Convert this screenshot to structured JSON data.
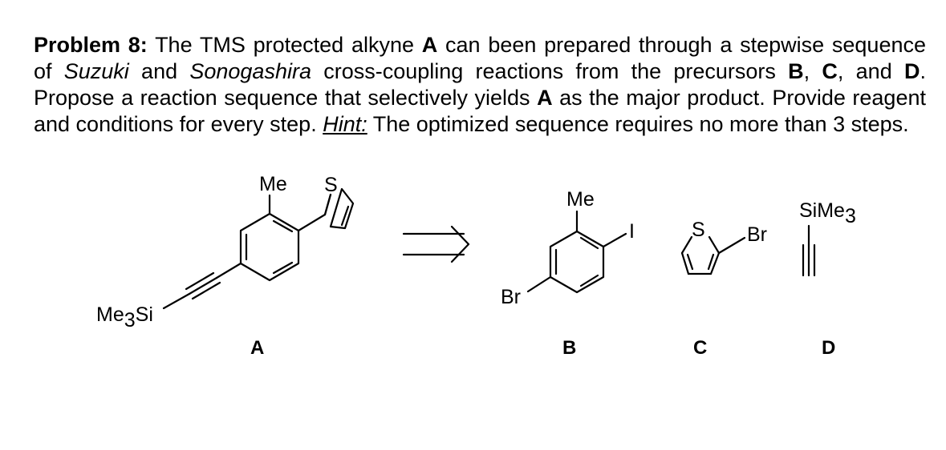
{
  "problem": {
    "label": "Problem 8:",
    "t1": " The TMS protected alkyne ",
    "a": "A",
    "t2": " can been prepared through a stepwise sequence of ",
    "suzuki": "Suzuki",
    "t3": " and ",
    "sonogashira": "Sonogashira",
    "t4": " cross-coupling reactions from the precursors ",
    "b": "B",
    "t5": ", ",
    "c": "C",
    "t6": ", and ",
    "d": "D",
    "t7": ". Propose a reaction sequence that selectively yields ",
    "a2": "A",
    "t8": " as the major product. Provide reagent and conditions for every step. ",
    "hint": "Hint:",
    "t9": " The optimized sequence requires no more than 3 steps."
  },
  "scheme": {
    "compound_a": {
      "me": "Me",
      "s": "S",
      "tms_main": "Me",
      "tms_sub": "3",
      "tms_si": "Si",
      "label": "A"
    },
    "compound_b": {
      "me": "Me",
      "i": "I",
      "br": "Br",
      "label": "B"
    },
    "compound_c": {
      "s": "S",
      "br": "Br",
      "label": "C"
    },
    "compound_d": {
      "si": "SiMe",
      "sub": "3",
      "label": "D"
    }
  }
}
